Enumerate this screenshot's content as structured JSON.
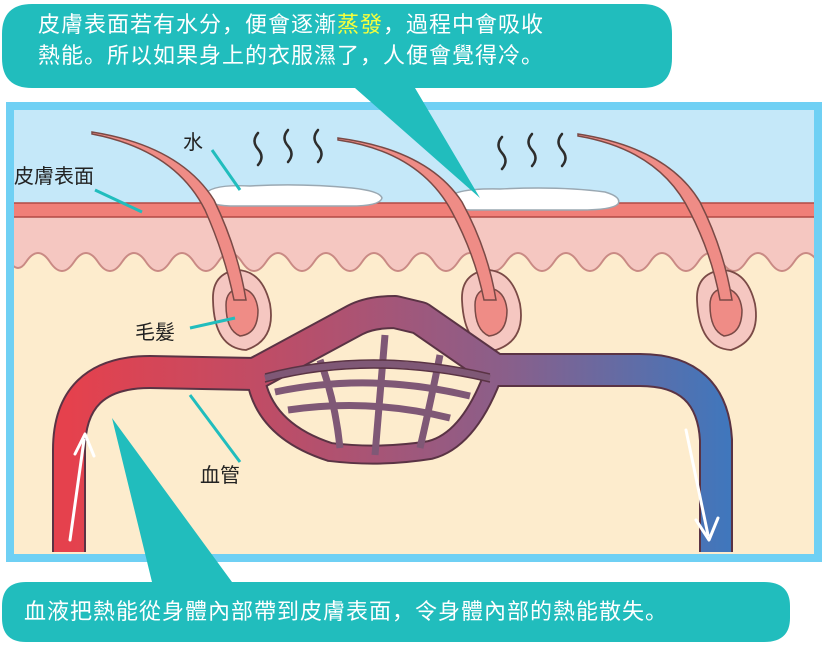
{
  "callout_top": {
    "line1_before": "皮膚表面若有水分，便會逐漸",
    "line1_highlight": "蒸發",
    "line1_after": "，過程中會吸收",
    "line2": "熱能。所以如果身上的衣服濕了，人便會覺得冷。"
  },
  "callout_bottom": {
    "text": "血液把熱能從身體內部帶到皮膚表面，令身體內部的熱能散失。"
  },
  "labels": {
    "water": "水",
    "skin_surface": "皮膚表面",
    "hair": "毛髮",
    "blood_vessel": "血管"
  },
  "colors": {
    "callout": "#21bdbd",
    "highlight": "#f6ff3c",
    "air": "#c5e8f9",
    "frame": "#6fd0f4",
    "skin_top": "#f5c7c1",
    "tissue": "#fdeccd",
    "surface_band": "#f07f78",
    "hair": "#ef8c86",
    "vessel_warm": "#e5414d",
    "vessel_cool": "#3c78bf"
  }
}
